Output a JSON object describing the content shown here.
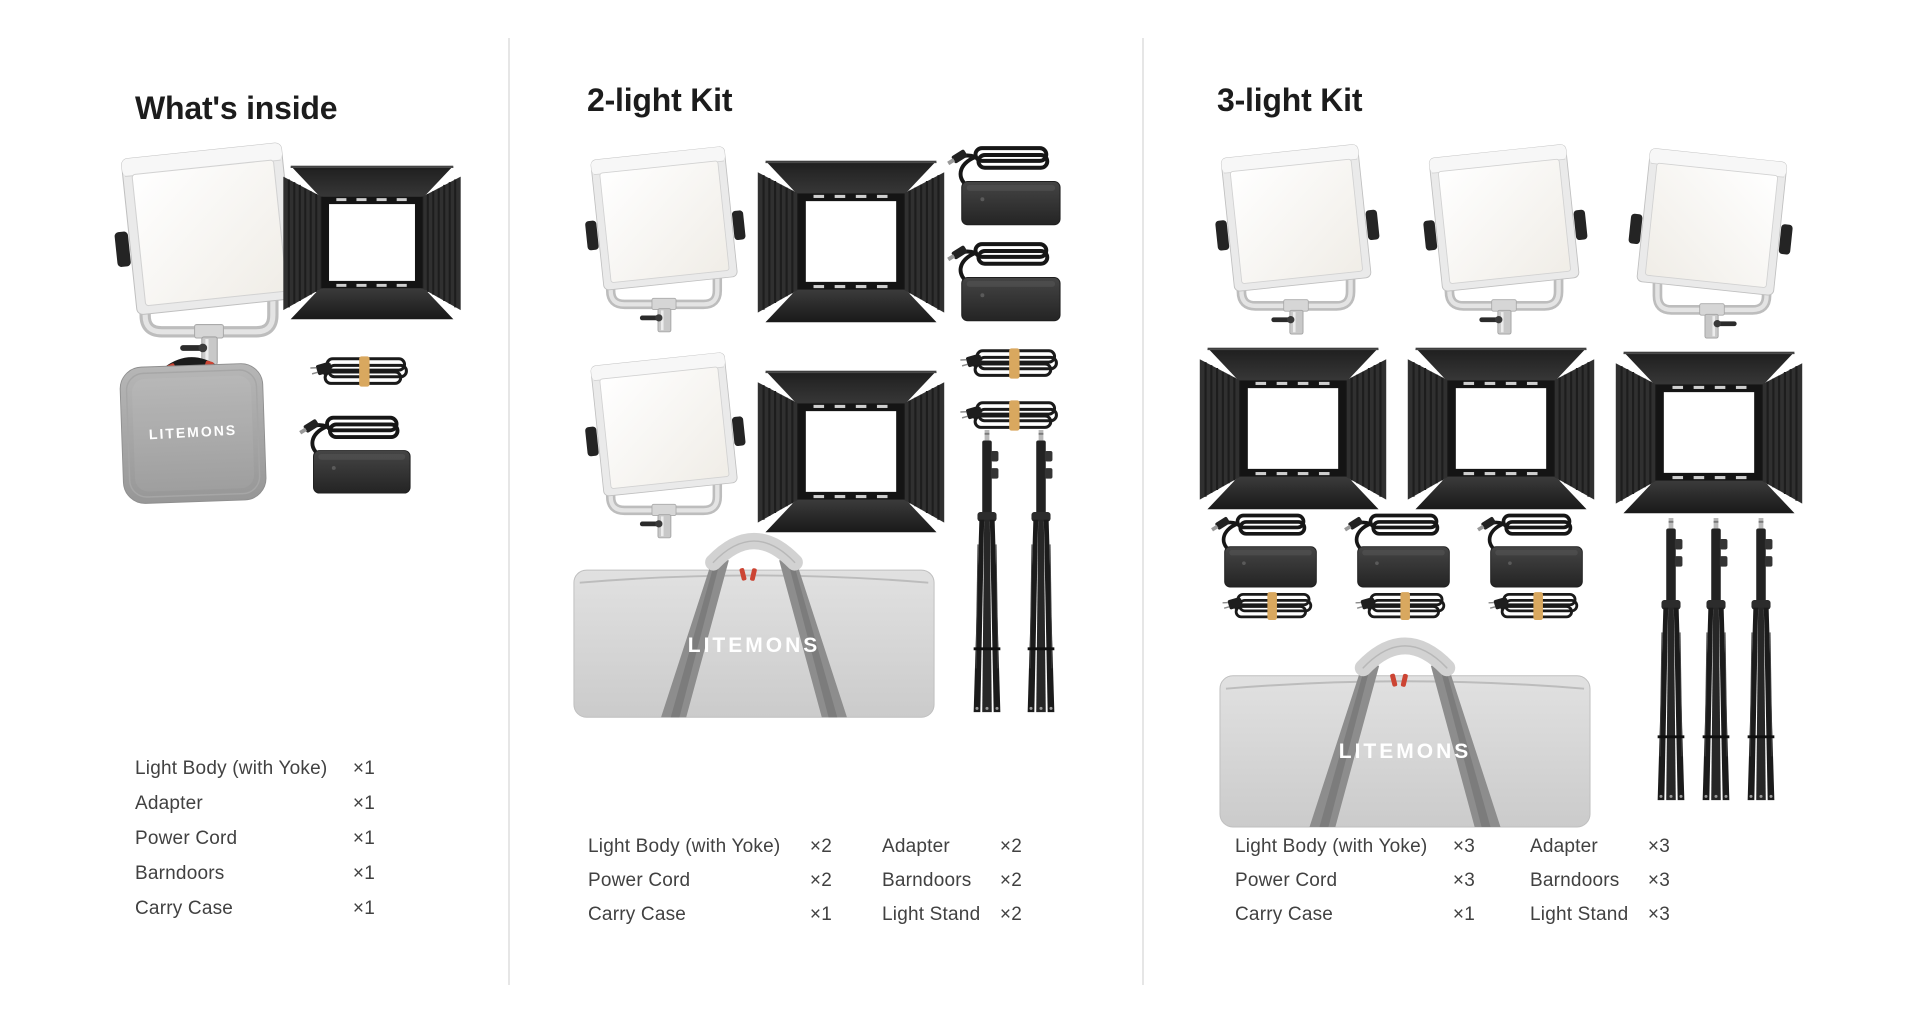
{
  "brand": {
    "logo": "LITEMONS"
  },
  "colors": {
    "background": "#ffffff",
    "title_text": "#1c1c1c",
    "list_text": "#414141",
    "divider": "#e6e6e6",
    "case_gray": "#a8a8a8",
    "bag_gray": "#d7d7d7",
    "cord_band_tan": "#d9a85f",
    "accent_red": "#cc4433",
    "product_black": "#262626"
  },
  "panels": [
    {
      "title": "What's inside",
      "items": [
        {
          "label": "Light Body (with Yoke)",
          "qty": "×1"
        },
        {
          "label": "Adapter",
          "qty": "×1"
        },
        {
          "label": "Power Cord",
          "qty": "×1"
        },
        {
          "label": "Barndoors",
          "qty": "×1"
        },
        {
          "label": "Carry Case",
          "qty": "×1"
        }
      ]
    },
    {
      "title": "2-light Kit",
      "col1": [
        {
          "label": "Light Body (with Yoke)",
          "qty": "×2"
        },
        {
          "label": "Power Cord",
          "qty": "×2"
        },
        {
          "label": "Carry Case",
          "qty": "×1"
        }
      ],
      "col2": [
        {
          "label": "Adapter",
          "qty": "×2"
        },
        {
          "label": "Barndoors",
          "qty": "×2"
        },
        {
          "label": "Light Stand",
          "qty": "×2"
        }
      ]
    },
    {
      "title": "3-light Kit",
      "col1": [
        {
          "label": "Light Body (with Yoke)",
          "qty": "×3"
        },
        {
          "label": "Power Cord",
          "qty": "×3"
        },
        {
          "label": "Carry Case",
          "qty": "×1"
        }
      ],
      "col2": [
        {
          "label": "Adapter",
          "qty": "×3"
        },
        {
          "label": "Barndoors",
          "qty": "×3"
        },
        {
          "label": "Light Stand",
          "qty": "×3"
        }
      ]
    }
  ]
}
